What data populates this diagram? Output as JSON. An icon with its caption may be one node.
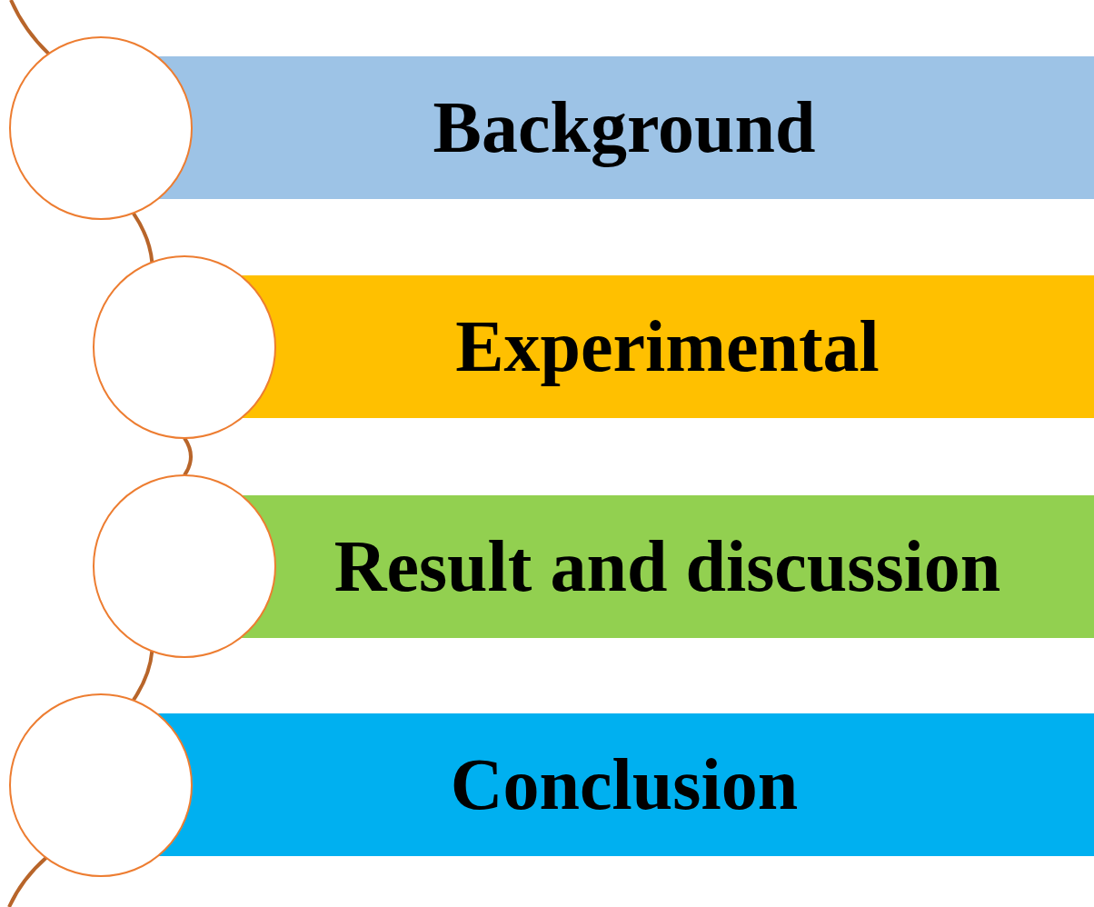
{
  "diagram": {
    "nodes": [
      {
        "text": [],
        "shape": "circle"
      },
      {
        "text": [
          "Background"
        ]
      },
      {
        "text": [],
        "shape": "circle"
      },
      {
        "text": [
          "Experimental"
        ]
      },
      {
        "text": [],
        "shape": "circle"
      },
      {
        "text": [
          "Result and discussion"
        ]
      },
      {
        "text": [],
        "shape": "circle"
      },
      {
        "text": [
          "Conclusion"
        ]
      }
    ],
    "edges": [
      {
        "from": null,
        "to": 0,
        "arrow": "none"
      },
      {
        "from": 0,
        "to": 2,
        "arrow": "none"
      },
      {
        "from": 2,
        "to": 4,
        "arrow": "none"
      },
      {
        "from": 4,
        "to": 6,
        "arrow": "none"
      },
      {
        "from": 6,
        "to": null,
        "arrow": "none"
      }
    ]
  }
}
